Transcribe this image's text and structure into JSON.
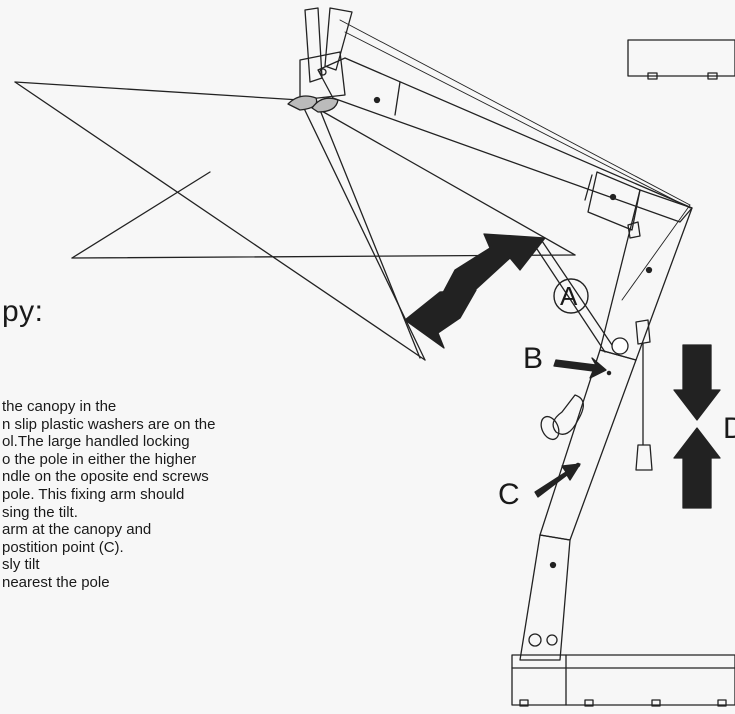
{
  "heading": "py:",
  "instructions": [
    "the canopy in the",
    "n slip plastic washers are on the",
    "ol.The large handled locking",
    "o the pole in either the higher",
    "ndle on the oposite end screws",
    " pole. This fixing arm should",
    "sing the tilt.",
    "arm at the canopy and",
    "postition point (C).",
    "sly tilt",
    "nearest the pole"
  ],
  "callouts": {
    "a": "A",
    "b": "B",
    "c": "C",
    "d": "D"
  }
}
